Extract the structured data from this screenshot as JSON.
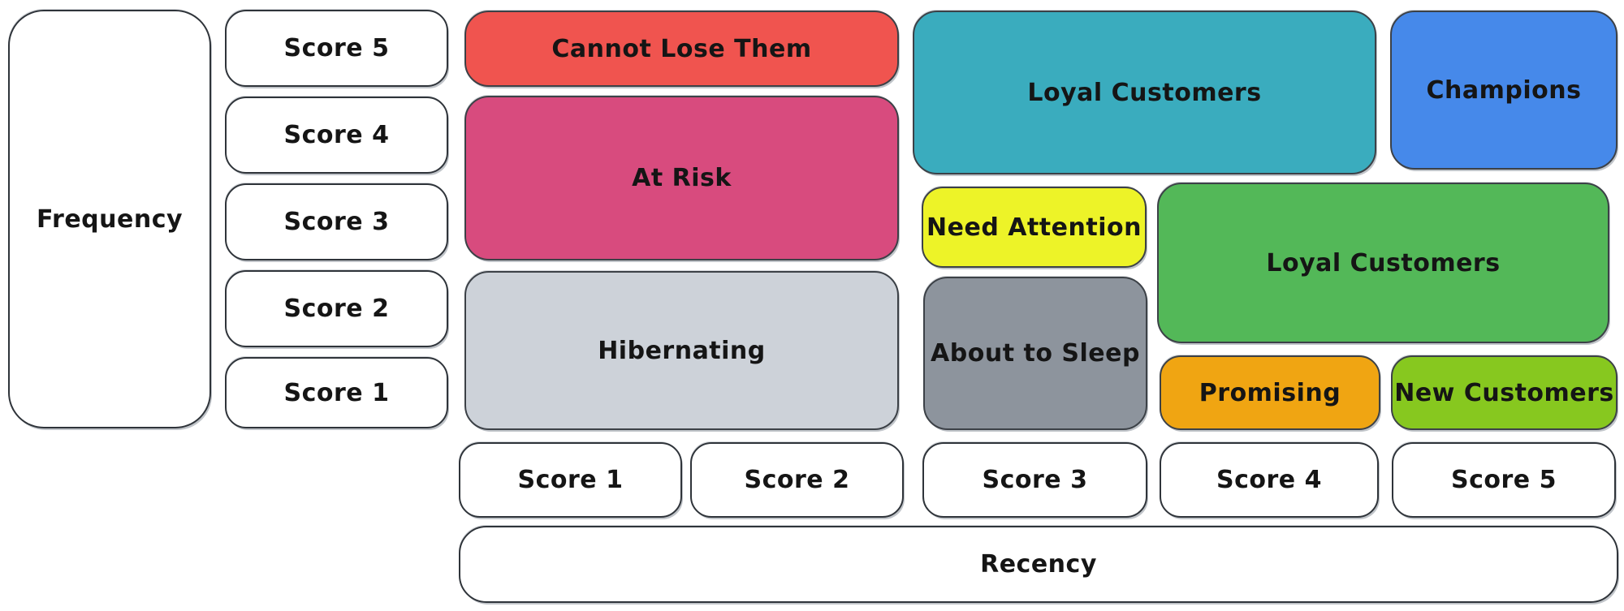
{
  "diagram": {
    "type": "rfm-customer-segmentation-matrix",
    "text_color": "#151515",
    "outline_color": "#3c4147",
    "background_color": "#ffffff",
    "y_axis": {
      "title": "Frequency",
      "scores": [
        "Score 5",
        "Score 4",
        "Score 3",
        "Score 2",
        "Score 1"
      ]
    },
    "x_axis": {
      "title": "Recency",
      "scores": [
        "Score 1",
        "Score 2",
        "Score 3",
        "Score 4",
        "Score 5"
      ]
    },
    "segments": [
      {
        "label": "Cannot Lose Them",
        "color": "#f0544f",
        "recency": "1-2",
        "frequency": "5"
      },
      {
        "label": "At Risk",
        "color": "#d84b7e",
        "recency": "1-2",
        "frequency": "3-4"
      },
      {
        "label": "Hibernating",
        "color": "#cdd2d9",
        "recency": "1-2",
        "frequency": "1-2"
      },
      {
        "label": "Loyal Customers",
        "color": "#3aacbe",
        "recency": "3-4",
        "frequency": "4-5"
      },
      {
        "label": "Champions",
        "color": "#4689ea",
        "recency": "5",
        "frequency": "4-5"
      },
      {
        "label": "Need Attention",
        "color": "#edf328",
        "recency": "3",
        "frequency": "3"
      },
      {
        "label": "Loyal Customers",
        "color": "#53b858",
        "recency": "4-5",
        "frequency": "2-3"
      },
      {
        "label": "About to Sleep",
        "color": "#8d949d",
        "recency": "3",
        "frequency": "1-2"
      },
      {
        "label": "Promising",
        "color": "#f0a512",
        "recency": "4",
        "frequency": "1"
      },
      {
        "label": "New Customers",
        "color": "#87c81f",
        "recency": "5",
        "frequency": "1"
      }
    ]
  }
}
